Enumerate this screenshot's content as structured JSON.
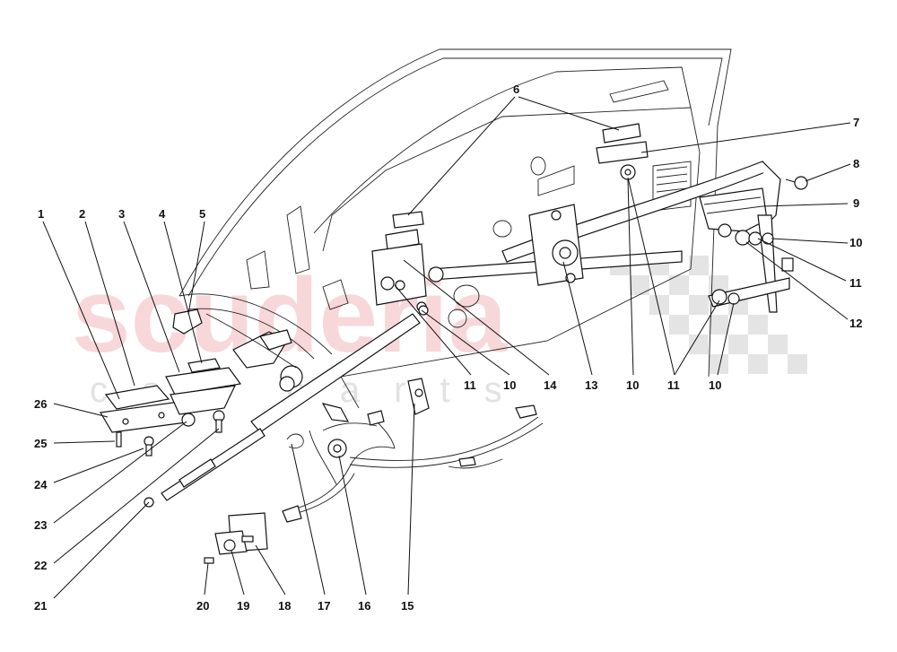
{
  "watermark": {
    "main": "scuderia",
    "sub": "car parts",
    "color": "#f2b8bd"
  },
  "callouts": {
    "c1": "1",
    "c2": "2",
    "c3": "3",
    "c4": "4",
    "c5": "5",
    "c6": "6",
    "c7": "7",
    "c8": "8",
    "c9": "9",
    "c10a": "10",
    "c11a": "11",
    "c12": "12",
    "c11b": "11",
    "c10b": "10",
    "c14": "14",
    "c13": "13",
    "c10c": "10",
    "c11c": "11",
    "c10d": "10",
    "c15": "15",
    "c16": "16",
    "c17": "17",
    "c18": "18",
    "c19": "19",
    "c20": "20",
    "c21": "21",
    "c22": "22",
    "c23": "23",
    "c24": "24",
    "c25": "25",
    "c26": "26"
  }
}
